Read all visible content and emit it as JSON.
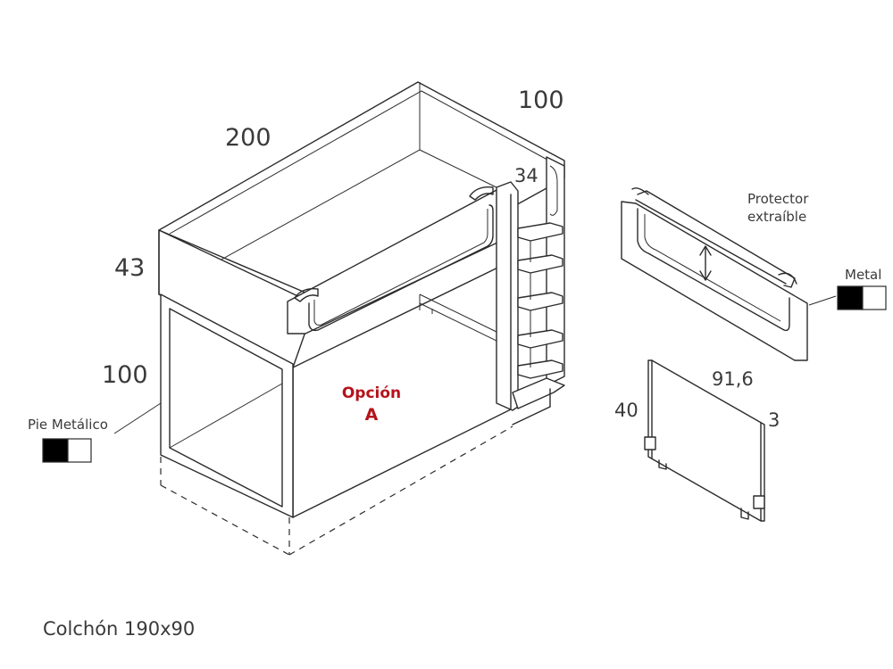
{
  "dimensions": {
    "length": "200",
    "width": "100",
    "bed_height": "43",
    "leg_height": "100",
    "ladder": "34",
    "panel_width": "91,6",
    "panel_height": "40",
    "panel_depth": "3"
  },
  "labels": {
    "option_word": "Opción",
    "option_letter": "A",
    "protector_line1": "Protector",
    "protector_line2": "extraíble",
    "metal": "Metal",
    "metal_leg": "Pie Metálico",
    "mattress": "Colchón 190x90"
  },
  "colors": {
    "accent_red": "#b5121b",
    "swatch_black": "#000000",
    "swatch_white": "#ffffff",
    "line": "#2b2b2b"
  }
}
